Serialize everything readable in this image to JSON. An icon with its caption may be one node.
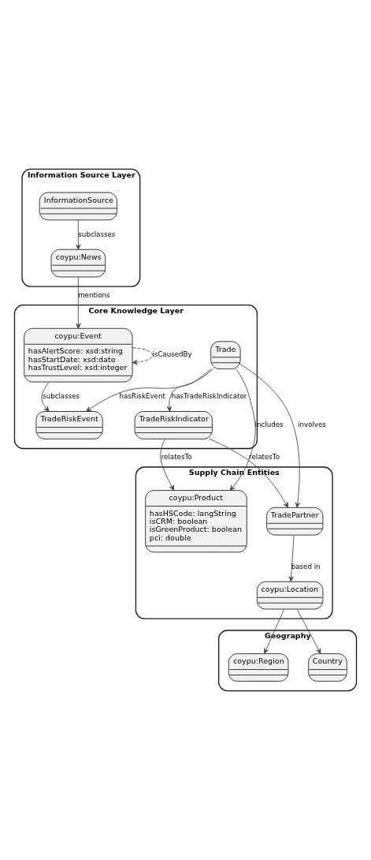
{
  "diagram": {
    "nodes": [
      {
        "text": [
          "Information Source Layer"
        ]
      },
      {
        "text": [
          "InformationSource"
        ],
        "in": 0
      },
      {
        "text": [
          "coypu:News"
        ],
        "in": 0
      },
      {
        "text": [
          "Core Knowledge Layer"
        ]
      },
      {
        "text": [
          "coypu:Event",
          "hasAlertScore: xsd:string",
          "hasStartDate: xsd:date",
          "hasTrustLevel: xsd:integer"
        ],
        "in": 3
      },
      {
        "text": [
          "TradeRiskEvent"
        ],
        "in": 3
      },
      {
        "text": [
          "Trade"
        ],
        "in": 3
      },
      {
        "text": [
          "TradeRiskIndicator"
        ],
        "in": 3
      },
      {
        "text": [
          "Supply Chain Entities"
        ]
      },
      {
        "text": [
          "coypu:Product",
          "hasHSCode: langString",
          "isCRM: boolean",
          "isGreenProduct: boolean",
          "pci: double"
        ],
        "in": 8
      },
      {
        "text": [
          "TradePartner"
        ],
        "in": 8
      },
      {
        "text": [
          "coypu:Location"
        ],
        "in": 8
      },
      {
        "text": [
          "Geography"
        ]
      },
      {
        "text": [
          "coypu:Region"
        ],
        "in": 12
      },
      {
        "text": [
          "Country"
        ],
        "in": 12
      }
    ],
    "edges": [
      {
        "from": 1,
        "to": 2,
        "arrow": "to",
        "label": "subclasses"
      },
      {
        "from": 2,
        "to": 4,
        "arrow": "to",
        "label": "mentions"
      },
      {
        "from": 4,
        "to": 4,
        "arrow": "to",
        "label": "isCausedBy",
        "style": "dashed"
      },
      {
        "from": 4,
        "to": 5,
        "arrow": "to",
        "label": "subclasses"
      },
      {
        "from": 6,
        "to": 5,
        "arrow": "to",
        "label": "hasRiskEvent"
      },
      {
        "from": 6,
        "to": 7,
        "arrow": "to",
        "label": "hasTradeRiskIndicator"
      },
      {
        "from": 6,
        "to": 9,
        "arrow": "to",
        "label": "includes"
      },
      {
        "from": 6,
        "to": 10,
        "arrow": "to",
        "label": "involves"
      },
      {
        "from": 7,
        "to": 9,
        "arrow": "to",
        "label": "relatesTo"
      },
      {
        "from": 7,
        "to": 10,
        "arrow": "to",
        "label": "relatesTo"
      },
      {
        "from": 10,
        "to": 11,
        "arrow": "to",
        "label": "based in"
      },
      {
        "from": 11,
        "to": 13,
        "arrow": "to"
      },
      {
        "from": 11,
        "to": 14,
        "arrow": "to"
      }
    ]
  }
}
